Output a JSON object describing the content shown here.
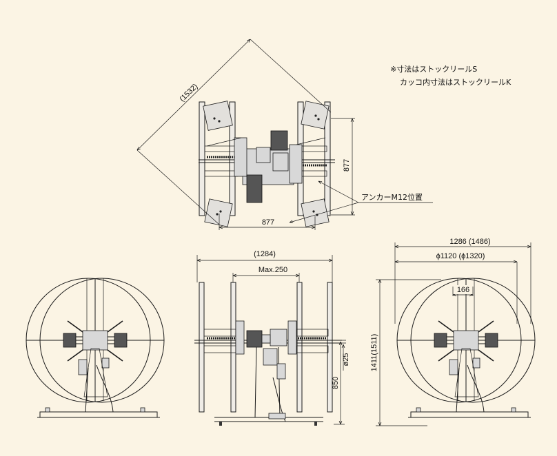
{
  "notes": {
    "line1": "※寸法はストックリールS",
    "line2": "カッコ内寸法はストックリールK"
  },
  "top_view": {
    "diagonal": "(1532)",
    "height": "877",
    "width": "877",
    "anchor_label": "アンカーM12位置"
  },
  "front_view": {
    "overall_width": "(1284)",
    "max_width": "Max.250",
    "shaft_dia": "ø25",
    "shaft_height": "850"
  },
  "side_view": {
    "overall_width": "1286 (1486)",
    "flange_dia": "ϕ1120 (ϕ1320)",
    "hub": "166",
    "overall_height": "1411(1511)"
  }
}
